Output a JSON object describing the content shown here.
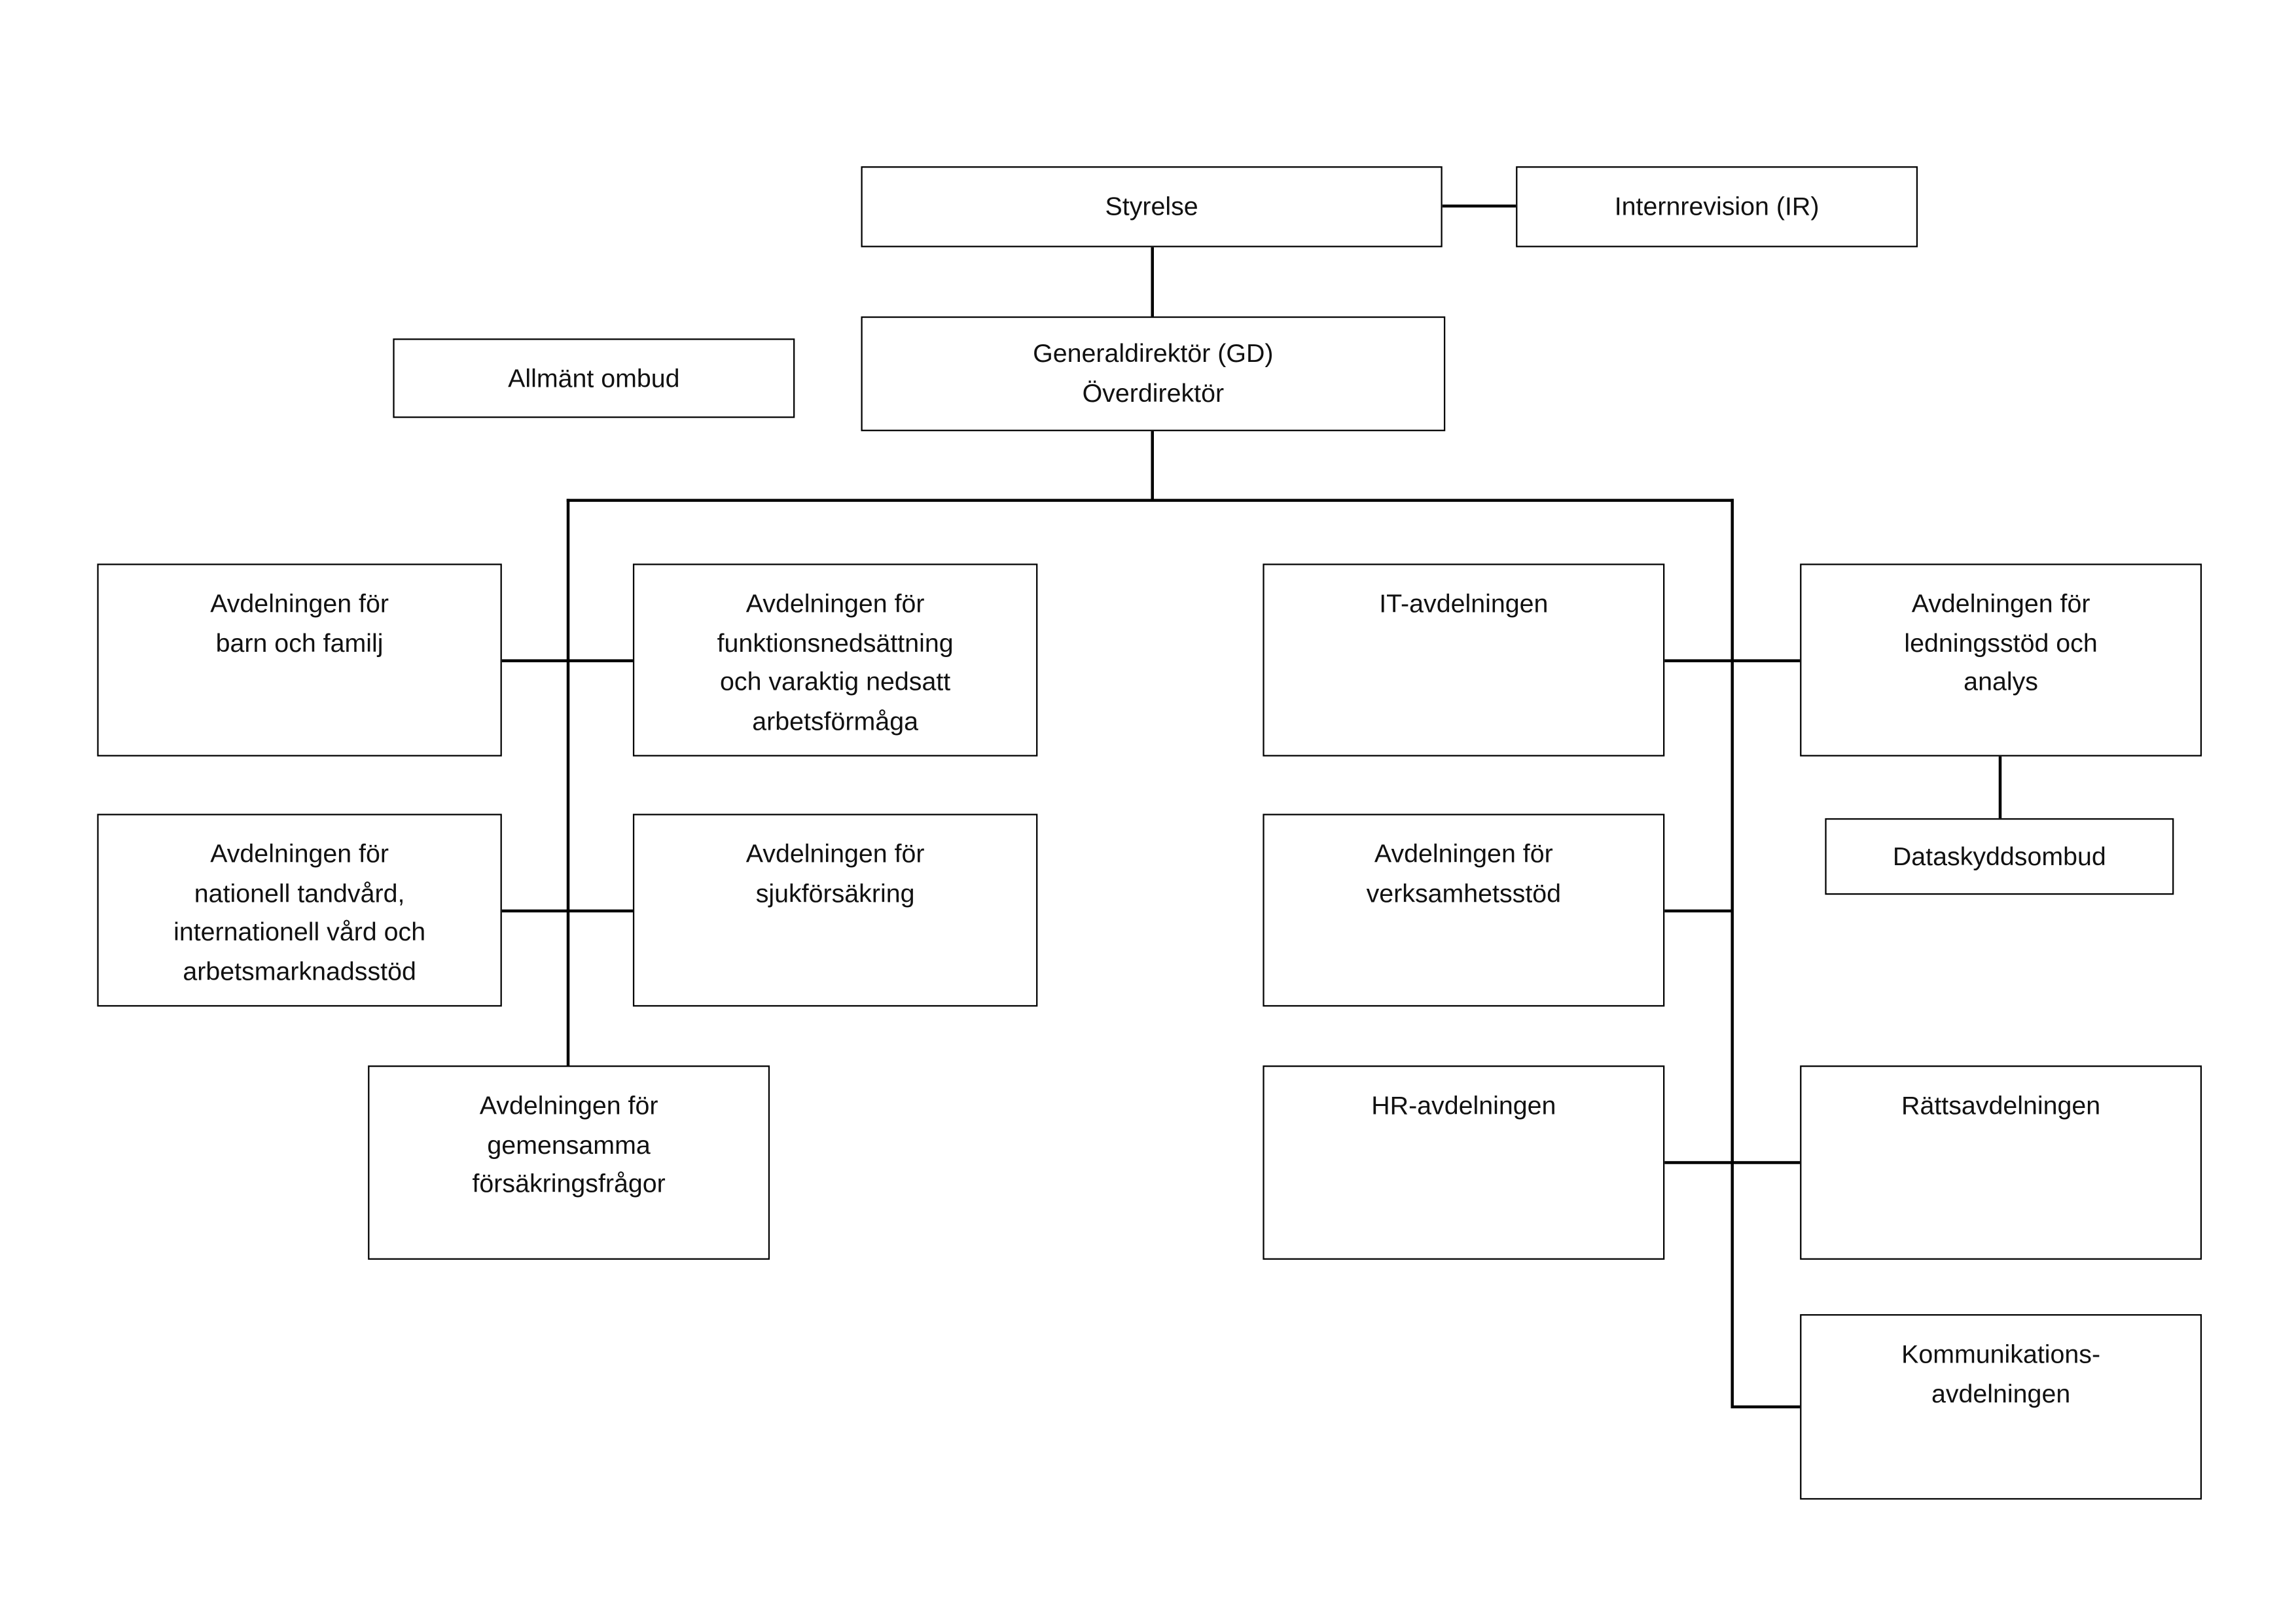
{
  "diagram": {
    "type": "org-chart",
    "nodes": {
      "styrelse": "Styrelse",
      "internrevision": "Internrevision (IR)",
      "generaldirektor": "Generaldirektör (GD)\nÖverdirektör",
      "allmant_ombud": "Allmänt ombud",
      "barn_och_familj": "Avdelningen för\nbarn och familj",
      "funktionsnedsattning": "Avdelningen för\nfunktionsnedsättning\noch varaktig nedsatt\narbetsförmåga",
      "it_avdelningen": "IT-avdelningen",
      "ledningsstod": "Avdelningen för\nledningsstöd och\nanalys",
      "nationell_tandvard": "Avdelningen för\nnationell tandvård,\ninternationell vård och\narbetsmarknadsstöd",
      "sjukforsakring": "Avdelningen för\nsjukförsäkring",
      "verksamhetsstod": "Avdelningen för\nverksamhetsstöd",
      "dataskyddsombud": "Dataskyddsombud",
      "gemensamma_forsakringsfragor": "Avdelningen för\ngemensamma\nförsäkringsfrågor",
      "hr_avdelningen": "HR-avdelningen",
      "rattsavdelningen": "Rättsavdelningen",
      "kommunikationsavdelningen": "Kommunikations-\navdelningen"
    },
    "colors": {
      "background": "#ffffff",
      "box_border": "#000000",
      "text": "#111111",
      "connector": "#000000"
    },
    "edges": [
      "styrelse - internrevision",
      "styrelse - generaldirektor",
      "generaldirektor - barn_och_familj",
      "generaldirektor - funktionsnedsattning",
      "generaldirektor - nationell_tandvard",
      "generaldirektor - sjukforsakring",
      "generaldirektor - gemensamma_forsakringsfragor",
      "generaldirektor - it_avdelningen",
      "generaldirektor - ledningsstod",
      "generaldirektor - verksamhetsstod",
      "generaldirektor - hr_avdelningen",
      "generaldirektor - rattsavdelningen",
      "generaldirektor - kommunikationsavdelningen",
      "ledningsstod - dataskyddsombud"
    ]
  }
}
